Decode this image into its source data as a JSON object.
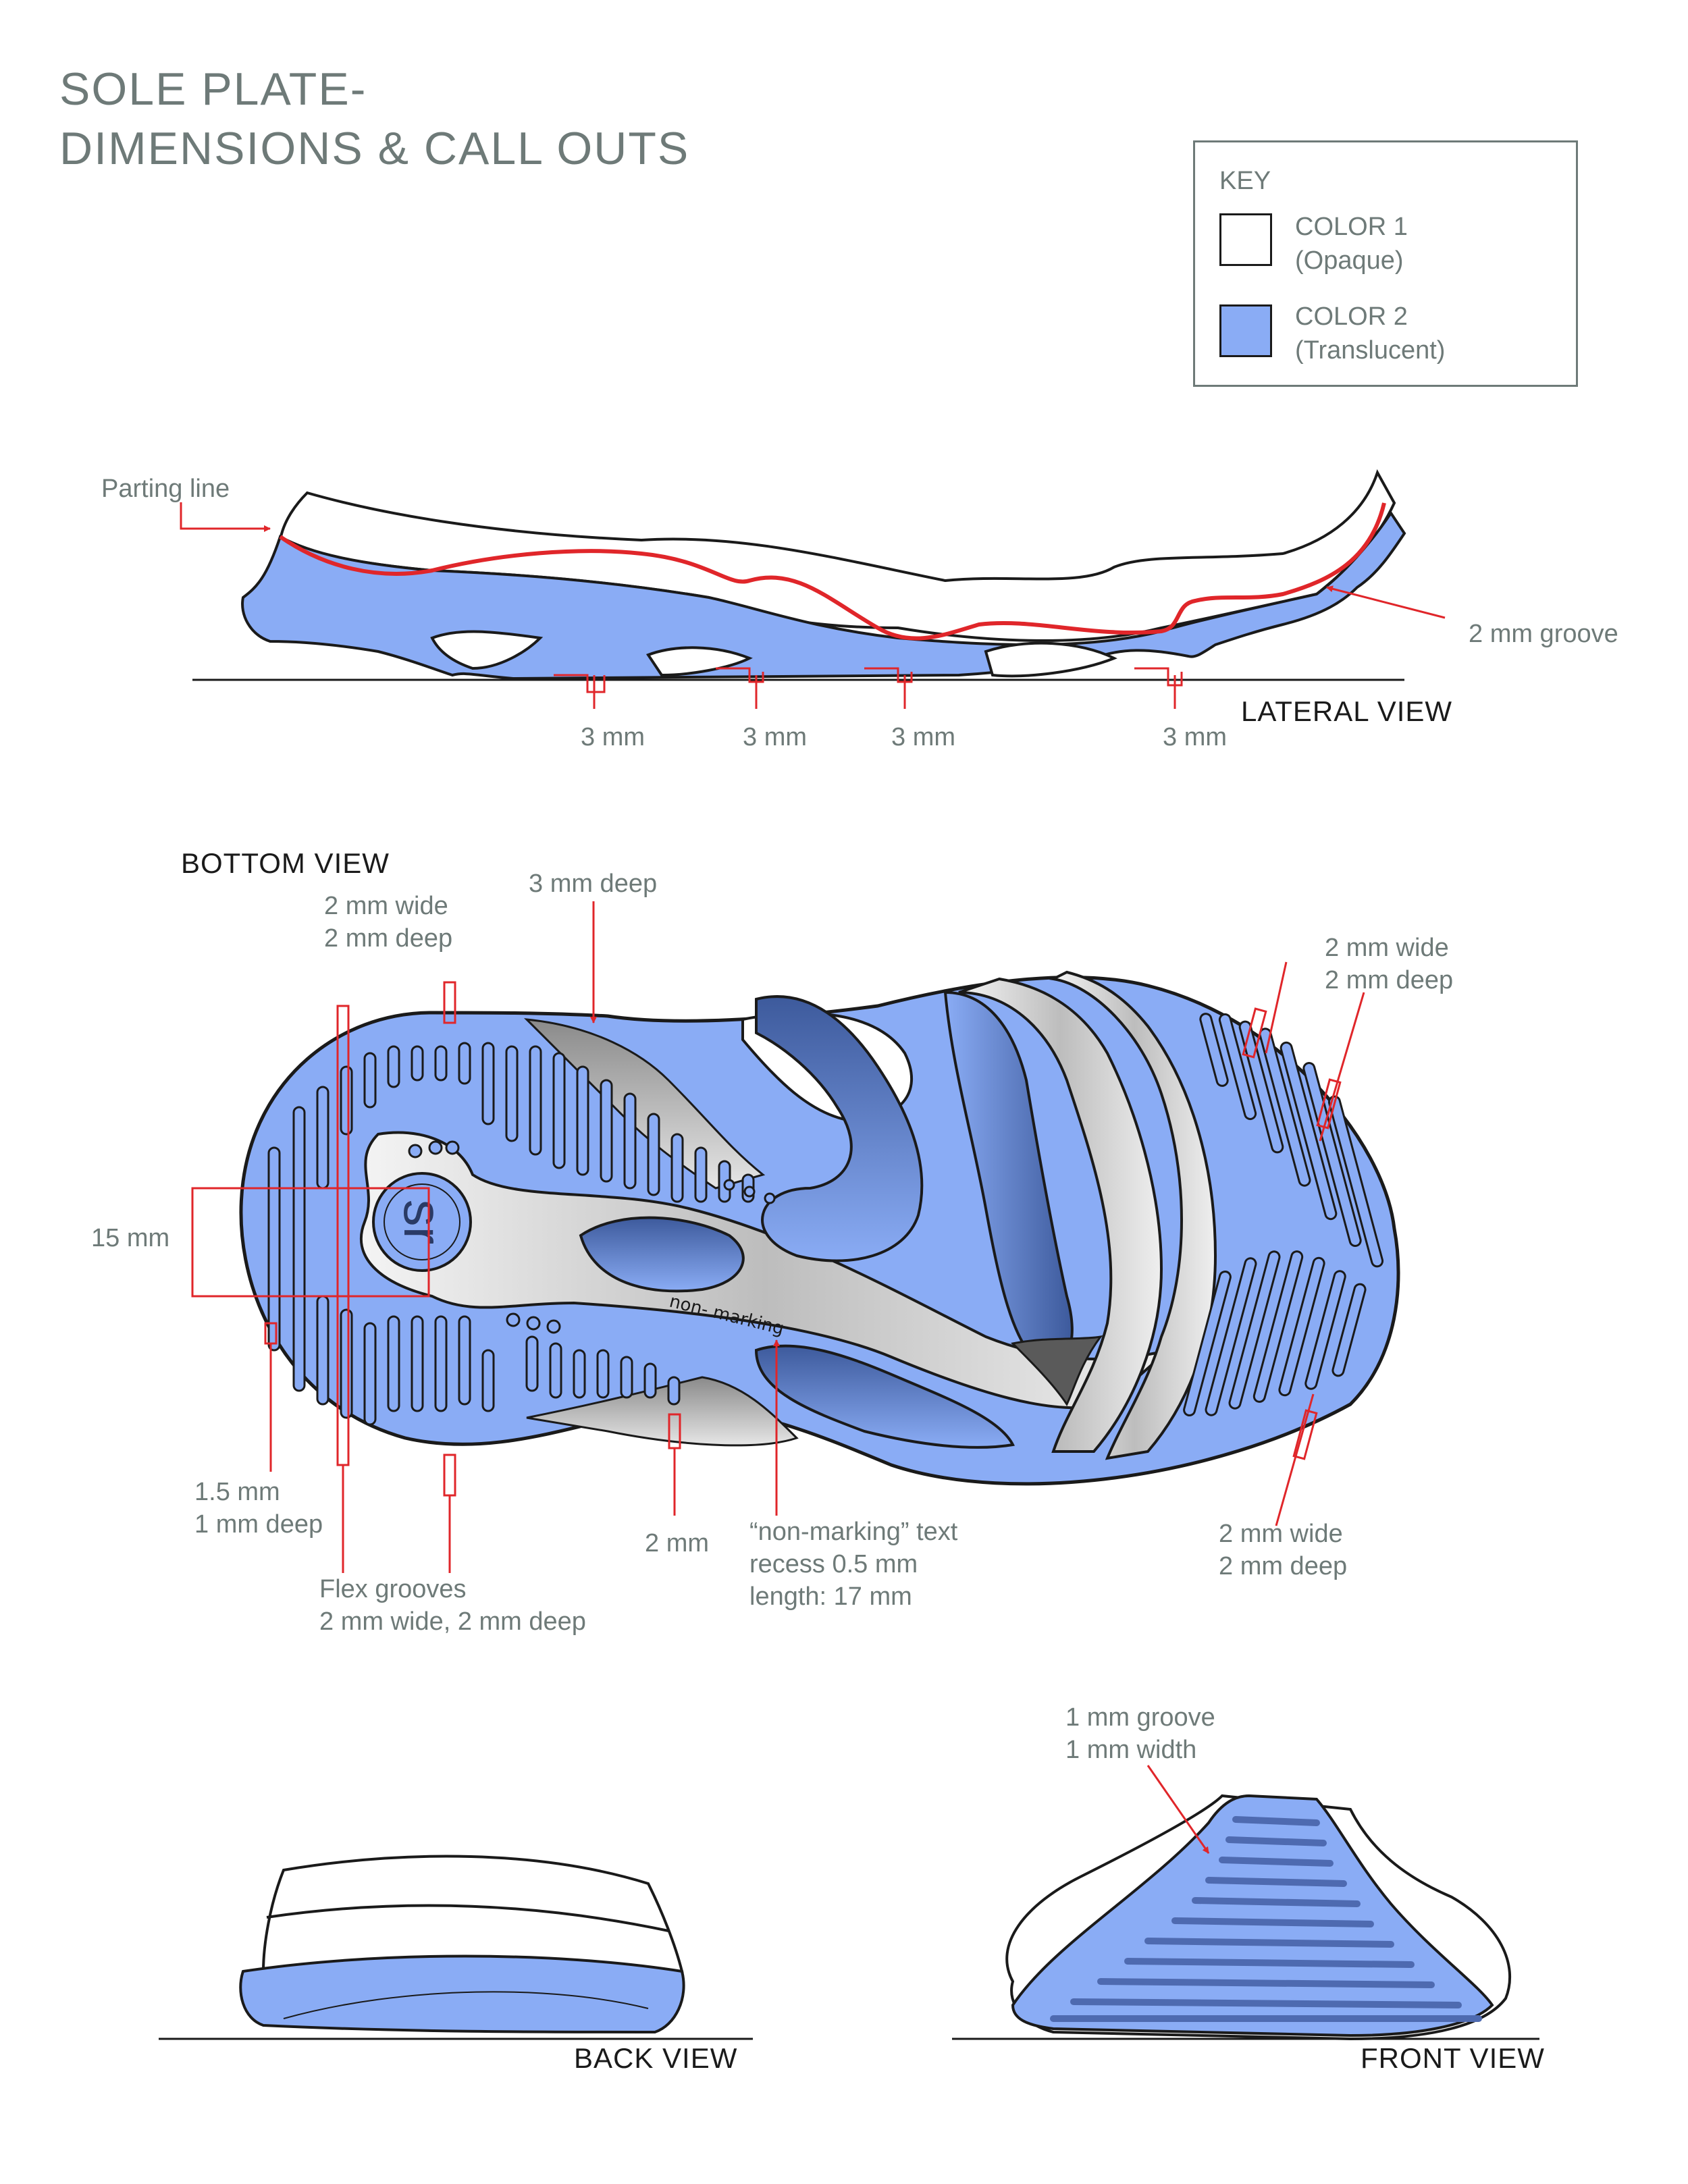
{
  "title": {
    "line1": "SOLE PLATE-",
    "line2": "DIMENSIONS & CALL OUTS"
  },
  "key": {
    "heading": "KEY",
    "items": [
      {
        "label": "COLOR 1",
        "sub": "(Opaque)",
        "color": "#ffffff"
      },
      {
        "label": "COLOR 2",
        "sub": "(Translucent)",
        "color": "#8aacf5"
      }
    ]
  },
  "colors": {
    "accent": "#e0262a",
    "outline": "#1a1a1a",
    "text": "#6e7a78",
    "translucent": "#8aacf5",
    "translucent_dark": "#4e6ab0"
  },
  "lateral": {
    "view_label": "LATERAL VIEW",
    "parting_line": "Parting line",
    "groove": "2 mm groove",
    "dims": [
      "3 mm",
      "3 mm",
      "3 mm",
      "3 mm"
    ]
  },
  "bottom": {
    "view_label": "BOTTOM VIEW",
    "deep": "3 mm deep",
    "tl_1": "2 mm wide",
    "tl_2": "2 mm deep",
    "tr_1": "2 mm wide",
    "tr_2": "2 mm deep",
    "br_1": "2 mm wide",
    "br_2": "2 mm deep",
    "heel_width": "15 mm",
    "dot_1": "1.5 mm",
    "dot_2": "1 mm deep",
    "flex_1": "Flex grooves",
    "flex_2": "2 mm wide, 2 mm deep",
    "two_mm": "2 mm",
    "nm_1": "“non-marking” text",
    "nm_2": "recess 0.5 mm",
    "nm_3": "length: 17 mm",
    "logo": "sr",
    "nonmarking": "non- marking"
  },
  "back": {
    "view_label": "BACK VIEW"
  },
  "front": {
    "view_label": "FRONT VIEW",
    "g1": "1 mm groove",
    "g2": "1 mm width"
  }
}
